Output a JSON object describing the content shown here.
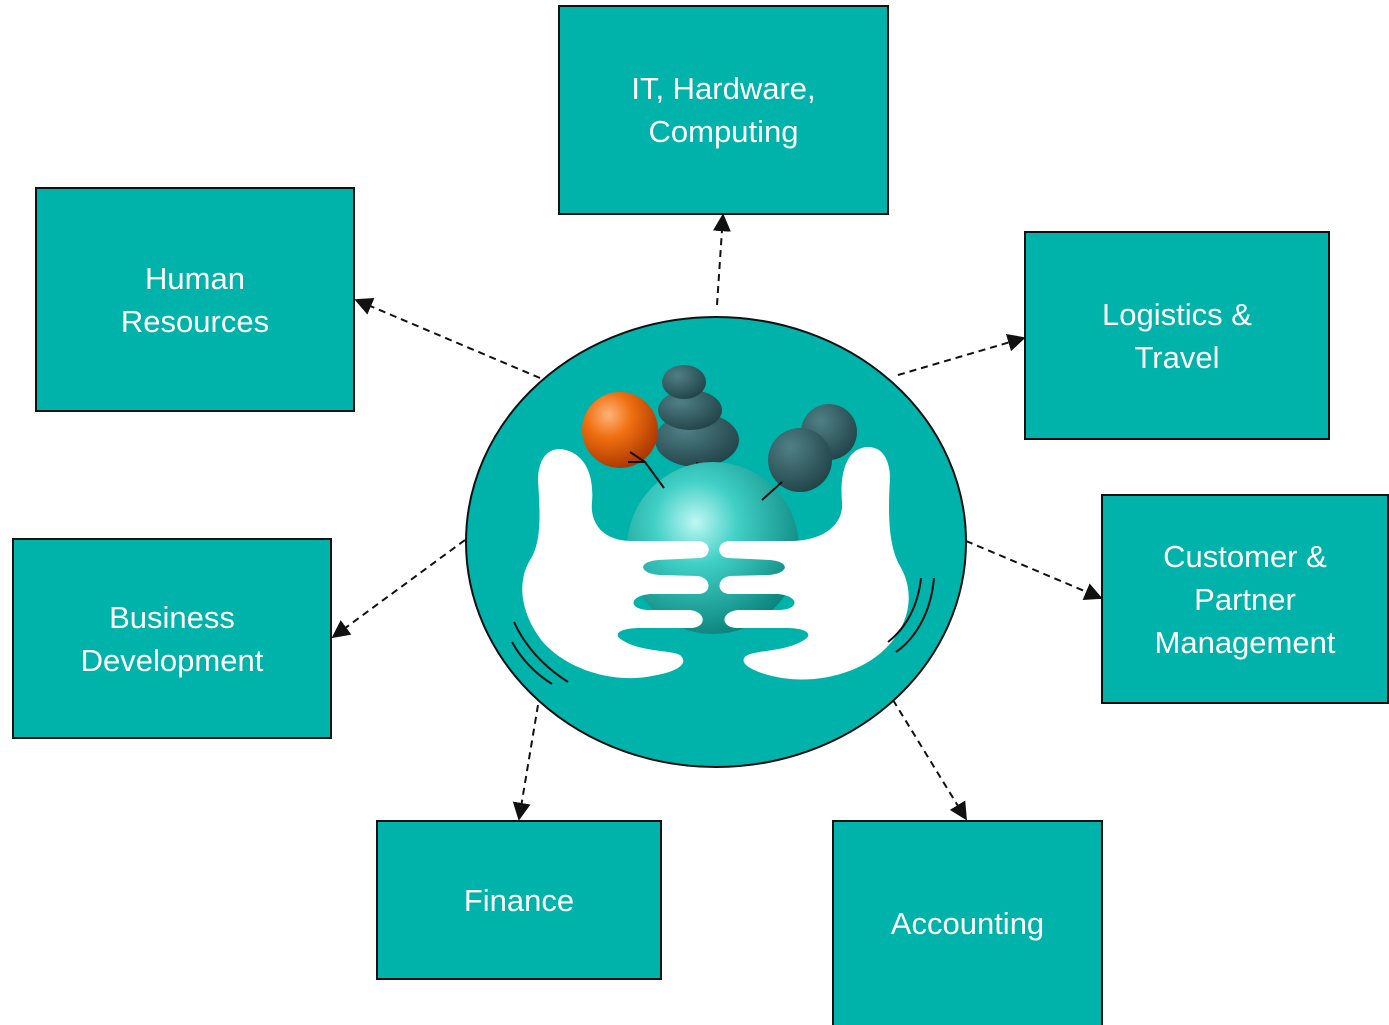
{
  "colors": {
    "box_fill": "#00b3aa",
    "box_border": "#111111",
    "box_text": "#ffffff",
    "center_fill": "#00b3aa",
    "arrow": "#111111",
    "orange_ball": "#e2580b",
    "dark_shapes": "#2a5055"
  },
  "center": {
    "icon": "hands-holding-globe-icon"
  },
  "boxes": {
    "it": {
      "label": "IT, Hardware,\nComputing"
    },
    "hr": {
      "label": "Human\nResources"
    },
    "logistics": {
      "label": "Logistics &\nTravel"
    },
    "bizdev": {
      "label": "Business\nDevelopment"
    },
    "customer": {
      "label": "Customer &\nPartner\nManagement"
    },
    "finance": {
      "label": "Finance"
    },
    "accounting": {
      "label": "Accounting"
    }
  }
}
